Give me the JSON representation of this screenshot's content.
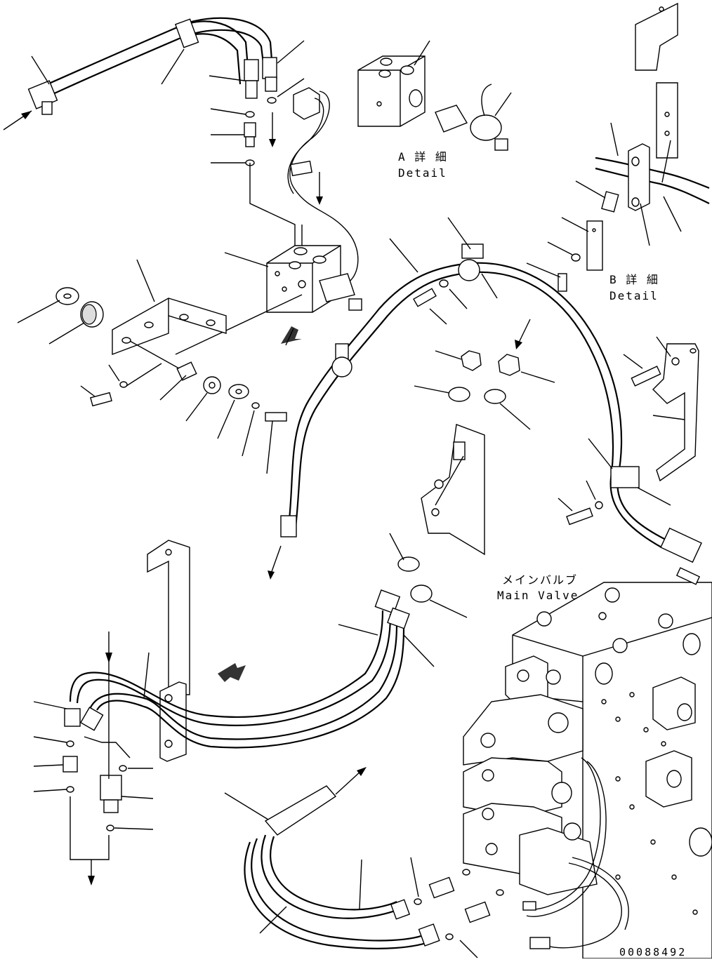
{
  "labels": {
    "detail_a_jp": "A 詳 細",
    "detail_a_en": "Detail",
    "detail_b_jp": "B 詳 細",
    "detail_b_en": "Detail",
    "main_valve_jp": "メインバルブ",
    "main_valve_en": "Main Valve",
    "part_number": "00088492"
  }
}
